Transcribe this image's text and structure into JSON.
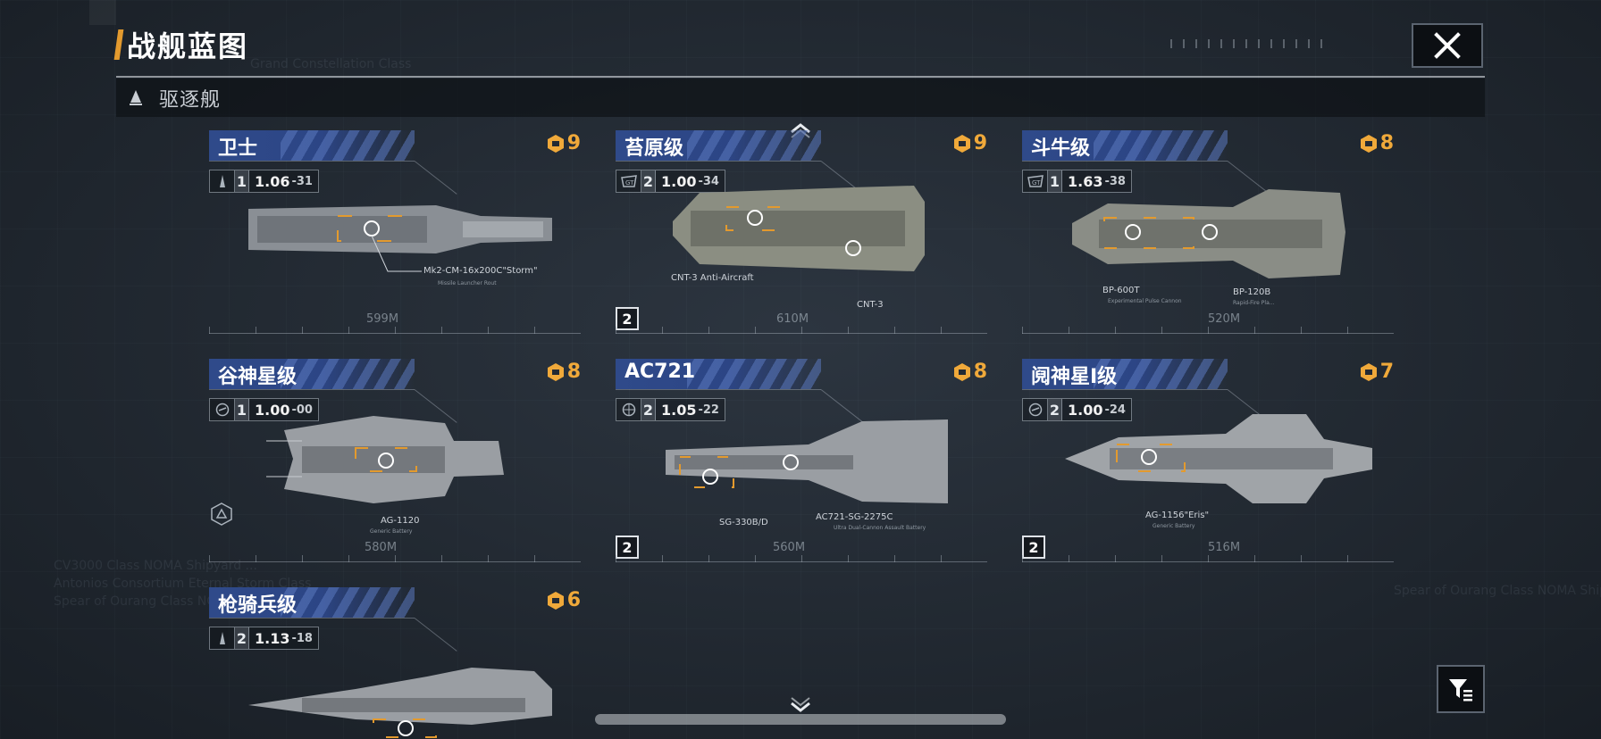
{
  "page": {
    "title": "战舰蓝图",
    "close_icon": "close-x-icon",
    "category": {
      "icon": "destroyer-class-icon",
      "label": "驱逐舰"
    },
    "filter_icon": "filter-funnel-icon",
    "scroll_up_icon": "chevron-up-icon",
    "scroll_down_icon": "chevron-down-icon"
  },
  "background_text": [
    "CV3000 Class NOMA Shipyard ...",
    "Antonios Consortium Eternal Storm Class",
    "Spear of Ourang Class NOMA Shipyard",
    "Grand Constellation Class",
    "Spear of Ourang Class NOMA Shipyar"
  ],
  "colors": {
    "accent_orange": "#f0a93a",
    "header_blue": "#2f4a8a",
    "background": "#242b34"
  },
  "cards": [
    {
      "name": "卫士",
      "cost": "9",
      "stat_icon": "ship-silhouette-icon",
      "tier": "1",
      "ratio_main": "1.06",
      "ratio_sub": "-31",
      "weapon": "Mk2-CM-16x200C\"Storm\"",
      "weapon_sub": "Missile Launcher Rout",
      "length": "599M",
      "owned": ""
    },
    {
      "name": "苔原级",
      "cost": "9",
      "stat_icon": "gt-emblem-icon",
      "tier": "2",
      "ratio_main": "1.00",
      "ratio_sub": "-34",
      "weapon": "CNT-3",
      "weapon_sub": "CNT-3 Anti-Aircraft",
      "length": "610M",
      "owned": "2"
    },
    {
      "name": "斗牛级",
      "cost": "8",
      "stat_icon": "gt-emblem-icon",
      "tier": "1",
      "ratio_main": "1.63",
      "ratio_sub": "-38",
      "weapon": "BP-600T",
      "weapon_sub": "Experimental Pulse Cannon",
      "weapon2": "BP-120B",
      "weapon2_sub": "Rapid-Fire Pla...",
      "length": "520M",
      "owned": ""
    },
    {
      "name": "谷神星级",
      "cost": "8",
      "stat_icon": "round-emblem-icon",
      "tier": "1",
      "ratio_main": "1.00",
      "ratio_sub": "-00",
      "weapon": "AG-1120",
      "weapon_sub": "Generic Battery",
      "length": "580M",
      "owned": ""
    },
    {
      "name": "AC721",
      "cost": "8",
      "stat_icon": "globe-emblem-icon",
      "tier": "2",
      "ratio_main": "1.05",
      "ratio_sub": "-22",
      "weapon": "AC721-SG-2275C",
      "weapon_sub": "Ultra Dual-Cannon Assault Battery",
      "weapon2": "SG-330B/D",
      "length": "560M",
      "owned": "2"
    },
    {
      "name": "阋神星I级",
      "cost": "7",
      "stat_icon": "round-emblem-icon",
      "tier": "2",
      "ratio_main": "1.00",
      "ratio_sub": "-24",
      "weapon": "AG-1156\"Eris\"",
      "weapon_sub": "Generic Battery",
      "length": "516M",
      "owned": "2"
    },
    {
      "name": "枪骑兵级",
      "cost": "6",
      "stat_icon": "ship-silhouette-icon",
      "tier": "2",
      "ratio_main": "1.13",
      "ratio_sub": "-18",
      "weapon": "",
      "weapon_sub": "",
      "length": "",
      "owned": ""
    }
  ]
}
